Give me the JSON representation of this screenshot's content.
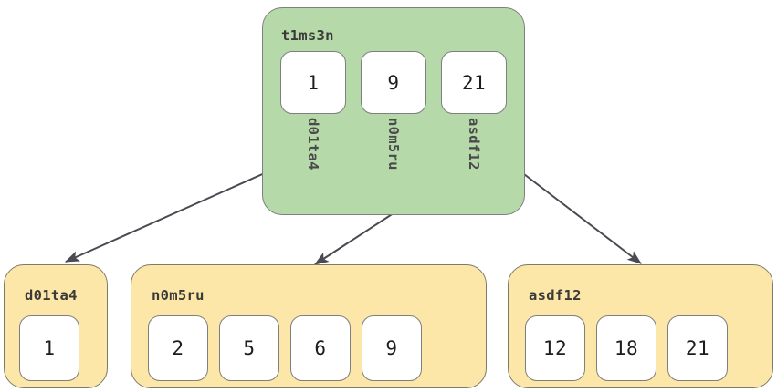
{
  "diagram": {
    "type": "b-tree",
    "title": "",
    "colors": {
      "root_fill": "#b5d9a8",
      "leaf_fill": "#fce7a8",
      "node_stroke": "#7f7f7f",
      "leaf_stroke": "#7d7a6b",
      "cell_fill": "#ffffff",
      "edge_stroke": "#4a4a52",
      "text": "#3a3a3a",
      "background": "#ffffff"
    },
    "root": {
      "name": "t1ms3n",
      "keys": [
        "1",
        "9",
        "21"
      ],
      "pointers": [
        "d01ta4",
        "n0m5ru",
        "asdf12"
      ]
    },
    "leaves": [
      {
        "name": "d01ta4",
        "keys": [
          "1"
        ]
      },
      {
        "name": "n0m5ru",
        "keys": [
          "2",
          "5",
          "6",
          "9"
        ]
      },
      {
        "name": "asdf12",
        "keys": [
          "12",
          "18",
          "21"
        ]
      }
    ],
    "edges": [
      {
        "from": "t1ms3n",
        "to": "d01ta4"
      },
      {
        "from": "t1ms3n",
        "to": "n0m5ru"
      },
      {
        "from": "t1ms3n",
        "to": "asdf12"
      }
    ]
  }
}
